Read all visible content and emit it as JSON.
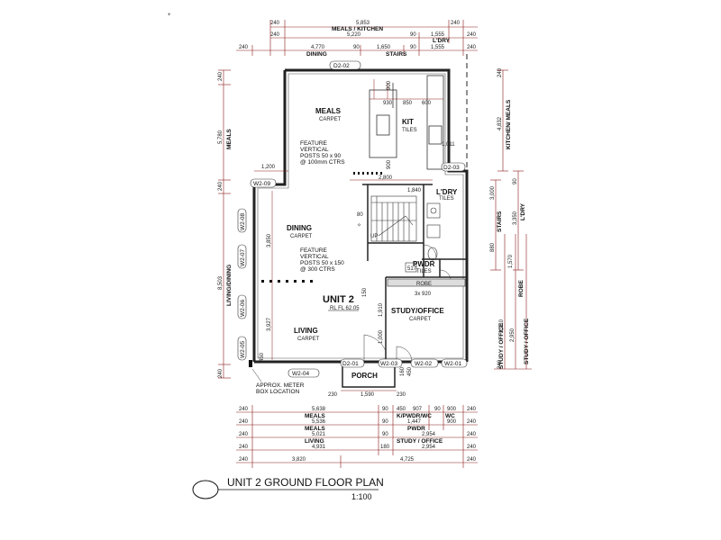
{
  "corner_mark": "+",
  "dims_top": {
    "row1": {
      "left": "240",
      "value": "5,853",
      "right": "240",
      "label": "MEALS / KITCHEN"
    },
    "row2": {
      "left": "240",
      "value": "5,220",
      "mid": "90",
      "value2": "1,555",
      "right": "240",
      "label": "L'DRY"
    },
    "row3": {
      "left": "240",
      "value": "4,770",
      "mid": "90",
      "value2": "1,650",
      "mid2": "90",
      "value3": "1,555",
      "right": "240",
      "label1": "DINING",
      "label2": "STAIRS"
    }
  },
  "dims_left": {
    "meals": "5,780",
    "meals_label": "MEALS",
    "top": "240",
    "mid": "240",
    "living": "8,503",
    "living_label": "LIVING/DINING",
    "bottom": "240"
  },
  "dims_right": {
    "kitchen": "4,832",
    "kitchen_label": "KITCHEN/ MEALS",
    "stairs": "3,000",
    "stairs_label": "STAIRS",
    "ldry": "3,350",
    "ldry_label": "L'DRY",
    "v90": "90",
    "v240": "240",
    "robe": "1,570",
    "pwdr": "880",
    "study1": "2,910",
    "study2": "2,950",
    "study_label": "STUDY / OFFICE",
    "robe_label": "ROBE",
    "study_label2": "STUDY / OFFICE"
  },
  "dims_bottom": [
    {
      "left": "240",
      "value": "5,638",
      "mid": "90",
      "v2": "450",
      "v3": "907",
      "v4": "90",
      "v5": "900",
      "right": "240",
      "label": "MEALS",
      "label2": "K/PWDR/WC",
      "label3": "WC"
    },
    {
      "left": "240",
      "value": "5,536",
      "mid": "90",
      "v2": "1,447",
      "v3": "900",
      "right": "240",
      "label": "MEALS",
      "label2": "PWDR"
    },
    {
      "left": "240",
      "value": "5,021",
      "mid": "90",
      "v2": "2,954",
      "right": "240",
      "label": "LIVING",
      "label2": "STUDY / OFFICE"
    },
    {
      "left": "240",
      "value": "4,931",
      "mid": "180",
      "v2": "2,954",
      "right": "240",
      "label": "LIVING",
      "label2": "STUDY / OFFICE"
    },
    {
      "left": "240",
      "value": "3,820",
      "v2": "4,725",
      "right": "240"
    }
  ],
  "rooms": {
    "meals": {
      "name": "MEALS",
      "finish": "CARPET"
    },
    "kit": {
      "name": "KIT",
      "finish": "TILES"
    },
    "ldry": {
      "name": "L'DRY",
      "finish": "TILES"
    },
    "dining": {
      "name": "DINING",
      "finish": "CARPET"
    },
    "pwdr": {
      "name": "PWDR",
      "finish": "TILES"
    },
    "robe": {
      "name": "ROBE",
      "size": "3x 920"
    },
    "study": {
      "name": "STUDY/OFFICE",
      "finish": "CARPET"
    },
    "living": {
      "name": "LIVING",
      "finish": "CARPET"
    },
    "porch": {
      "name": "PORCH"
    }
  },
  "unit": {
    "name": "UNIT 2",
    "level": "RL FL 62.05"
  },
  "notes": {
    "posts1": [
      "FEATURE",
      "VERTICAL",
      "POSTS 50 x 90",
      "@ 100mm CTRS"
    ],
    "posts2": [
      "FEATURE",
      "VERTICAL",
      "POSTS 50 x 150",
      "@ 300 CTRS"
    ],
    "meter": [
      "APPROX. METER",
      "BOX LOCATION"
    ]
  },
  "tags": {
    "d2_02": "D2-02",
    "d2_03": "D2-03",
    "w2_09": "W2-09",
    "w2_08": "W2-08",
    "w2_07": "W2-07",
    "w2_06": "W2-06",
    "w2_05": "W2-05",
    "w2_04": "W2-04",
    "d2_01": "D2-01",
    "w2_03": "W2-03",
    "w2_02": "W2-02",
    "w2_01": "W2-01"
  },
  "inner_dims": {
    "k900": "900",
    "k930": "930",
    "k850": "850",
    "k600": "600",
    "k1011": "1,011",
    "k900b": "900",
    "d1200": "1,200",
    "d2800": "2,800",
    "d1840": "1,840",
    "s80": "80",
    "up": "UP",
    "d3850": "3,850",
    "d3927": "3,927",
    "d517": "517",
    "d1910": "1,910",
    "d1000": "1,000",
    "d150": "150",
    "d450": "450",
    "p230": "230",
    "p1590": "1,590",
    "p230b": "230",
    "p160": "160",
    "p450": "450"
  },
  "title": {
    "text": "UNIT 2 GROUND FLOOR PLAN",
    "scale": "1:100"
  }
}
